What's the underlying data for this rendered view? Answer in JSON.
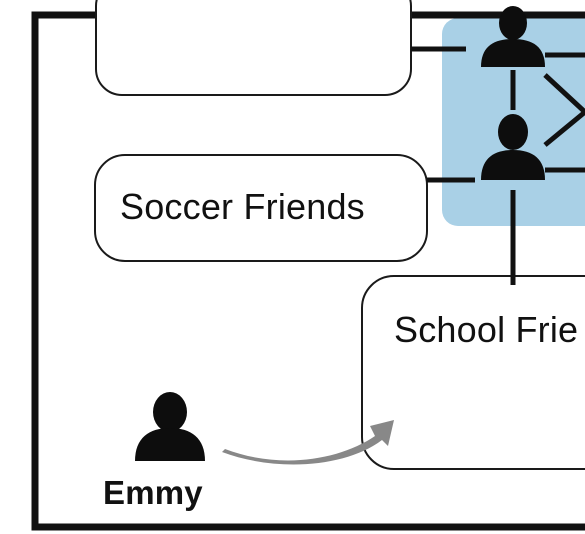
{
  "groups": [
    {
      "id": "top-group",
      "label": ""
    },
    {
      "id": "soccer-friends",
      "label": "Soccer Friends"
    },
    {
      "id": "school-friends",
      "label": "School Frie"
    }
  ],
  "person": {
    "name": "Emmy",
    "icon": "person-icon"
  },
  "network": {
    "icon": "person-icon",
    "node_count": 2
  },
  "colors": {
    "frame": "#111111",
    "network_background": "#a9d0e6",
    "group_stroke": "#1a1a1a",
    "arrow": "#888888",
    "person": "#0d0d0d"
  }
}
